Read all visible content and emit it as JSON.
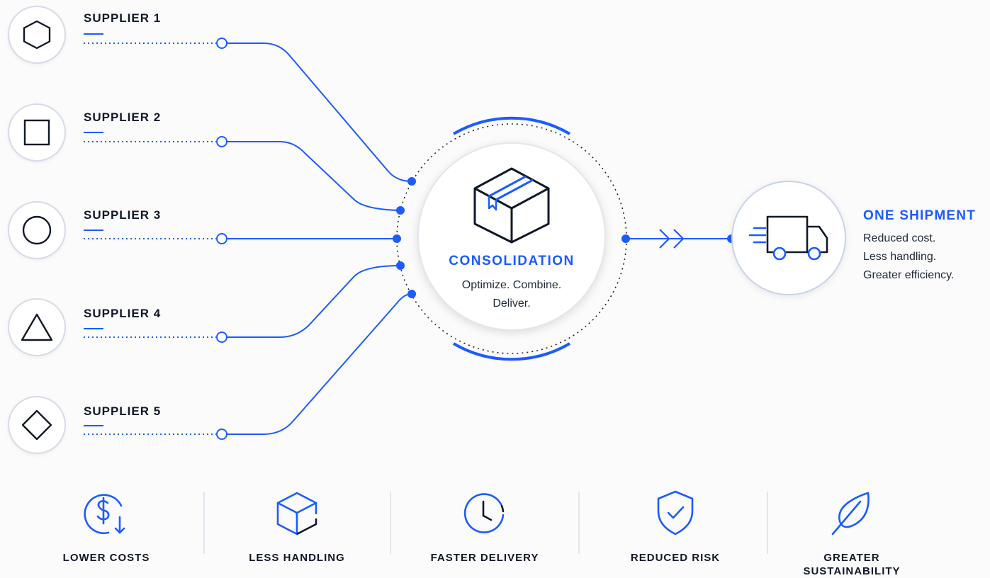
{
  "colors": {
    "accent": "#1a5cff",
    "text": "#111827",
    "muted": "#1f2937",
    "ring": "#d6dbe6"
  },
  "suppliers": [
    {
      "label": "SUPPLIER 1",
      "icon": "hexagon-icon"
    },
    {
      "label": "SUPPLIER 2",
      "icon": "square-icon"
    },
    {
      "label": "SUPPLIER 3",
      "icon": "circle-icon"
    },
    {
      "label": "SUPPLIER 4",
      "icon": "triangle-icon"
    },
    {
      "label": "SUPPLIER 5",
      "icon": "diamond-icon"
    }
  ],
  "consolidation": {
    "title": "CONSOLIDATION",
    "line1": "Optimize. Combine.",
    "line2": "Deliver.",
    "icon": "box-icon"
  },
  "shipment": {
    "title": "ONE SHIPMENT",
    "line1": "Reduced cost.",
    "line2": "Less handling.",
    "line3": "Greater efficiency.",
    "icon": "truck-icon"
  },
  "benefits": [
    {
      "label": "LOWER COSTS",
      "icon": "dollar-down-icon"
    },
    {
      "label": "LESS HANDLING",
      "icon": "cube-icon"
    },
    {
      "label": "FASTER DELIVERY",
      "icon": "clock-icon"
    },
    {
      "label": "REDUCED RISK",
      "icon": "shield-check-icon"
    },
    {
      "label": "GREATER SUSTAINABILITY",
      "icon": "leaf-icon"
    }
  ]
}
